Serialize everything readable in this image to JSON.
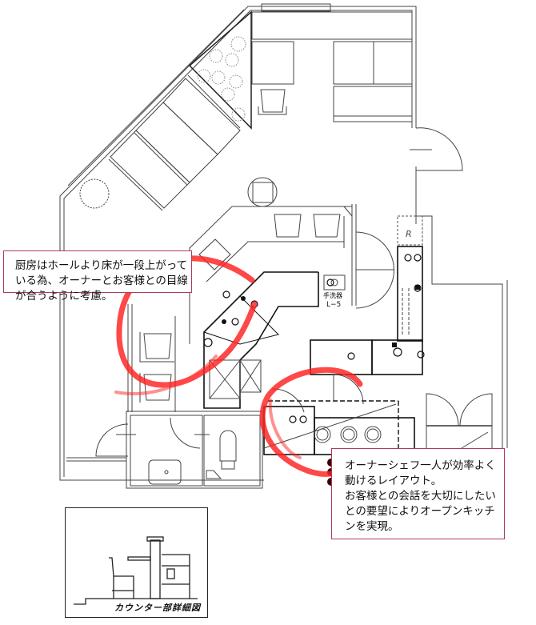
{
  "diagram": {
    "type": "restaurant floor plan (kitchen / counter layout)",
    "colors": {
      "line": "#333333",
      "highlight_stroke": "#ff2020",
      "note_border": "#b03a5b"
    },
    "notes": [
      {
        "id": "note-left",
        "text": "厨房はホールより床が一段上がって\nいる為、オーナーとお客様との目線\nが合うように考慮。"
      },
      {
        "id": "note-right",
        "text": "オーナーシェフ一人が効率よく\n動けるレイアウト。\nお客様との会話を大切にしたい\nとの要望によりオープンキッチ\nンを実現。"
      }
    ],
    "labels": {
      "hand_sink": "手洗器",
      "hand_sink_model": "L−5",
      "refrigerator_mark": "R"
    },
    "detail_inset": {
      "caption": "カウンター部詳細図"
    }
  }
}
